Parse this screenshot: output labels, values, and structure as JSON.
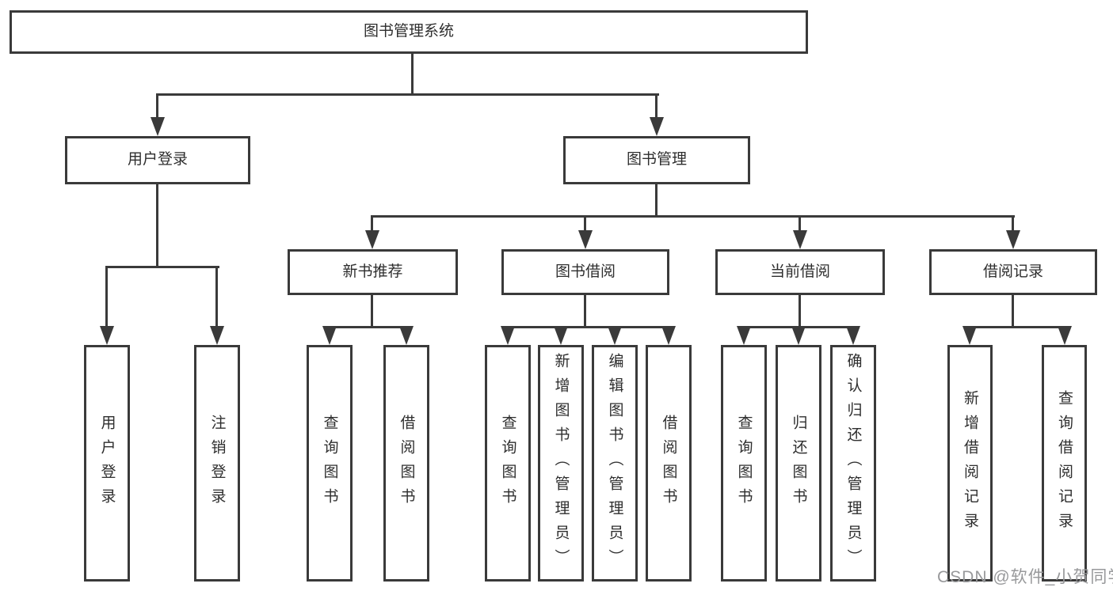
{
  "colors": {
    "line": "#3a3a3a",
    "box_border": "#3a3a3a",
    "background": "#ffffff",
    "watermark_text": "#98999b"
  },
  "root": {
    "label": "图书管理系统"
  },
  "level1": [
    {
      "id": "user-login",
      "label": "用户登录"
    },
    {
      "id": "book-management",
      "label": "图书管理"
    }
  ],
  "level2": [
    {
      "id": "new-book-recommendation",
      "label": "新书推荐",
      "parent": "图书管理"
    },
    {
      "id": "book-borrowing",
      "label": "图书借阅",
      "parent": "图书管理"
    },
    {
      "id": "current-borrowing",
      "label": "当前借阅",
      "parent": "图书管理"
    },
    {
      "id": "borrowing-records",
      "label": "借阅记录",
      "parent": "图书管理"
    }
  ],
  "leaves": [
    {
      "id": "user-login-leaf",
      "label": "用户登录",
      "parent": "用户登录"
    },
    {
      "id": "logout",
      "label": "注销登录",
      "parent": "用户登录"
    },
    {
      "id": "query-books-1",
      "label": "查询图书",
      "parent": "新书推荐"
    },
    {
      "id": "borrow-books-1",
      "label": "借阅图书",
      "parent": "新书推荐"
    },
    {
      "id": "query-books-2",
      "label": "查询图书",
      "parent": "图书借阅"
    },
    {
      "id": "add-books-admin",
      "label": "新增图书（管理员）",
      "parent": "图书借阅"
    },
    {
      "id": "edit-books-admin",
      "label": "编辑图书（管理员）",
      "parent": "图书借阅"
    },
    {
      "id": "borrow-books-2",
      "label": "借阅图书",
      "parent": "图书借阅"
    },
    {
      "id": "query-books-3",
      "label": "查询图书",
      "parent": "当前借阅"
    },
    {
      "id": "return-books",
      "label": "归还图书",
      "parent": "当前借阅"
    },
    {
      "id": "confirm-return-admin",
      "label": "确认归还（管理员）",
      "parent": "当前借阅"
    },
    {
      "id": "add-borrow-record",
      "label": "新增借阅记录",
      "parent": "借阅记录"
    },
    {
      "id": "query-borrow-record",
      "label": "查询借阅记录",
      "parent": "借阅记录"
    }
  ],
  "watermark": {
    "text": "CSDN @软件_小贺同学"
  }
}
